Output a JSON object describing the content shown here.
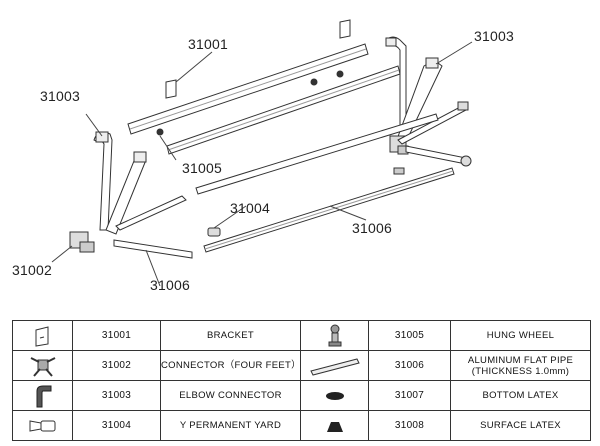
{
  "callouts": [
    {
      "id": "c1",
      "text": "31001"
    },
    {
      "id": "c2",
      "text": "31003"
    },
    {
      "id": "c3",
      "text": "31003"
    },
    {
      "id": "c4",
      "text": "31005"
    },
    {
      "id": "c5",
      "text": "31004"
    },
    {
      "id": "c6",
      "text": "31006"
    },
    {
      "id": "c7",
      "text": "31002"
    },
    {
      "id": "c8",
      "text": "31006"
    }
  ],
  "parts": [
    {
      "left": {
        "icon": "bracket-icon",
        "code": "31001",
        "name": "BRACKET"
      },
      "right": {
        "icon": "hung-wheel-icon",
        "code": "31005",
        "name": "HUNG WHEEL"
      }
    },
    {
      "left": {
        "icon": "connector-icon",
        "code": "31002",
        "name": "CONNECTOR（FOUR FEET）"
      },
      "right": {
        "icon": "aluminum-pipe-icon",
        "code": "31006",
        "name": "ALUMINUM FLAT PIPE\n(THICKNESS 1.0mm)"
      }
    },
    {
      "left": {
        "icon": "elbow-connector-icon",
        "code": "31003",
        "name": "ELBOW CONNECTOR"
      },
      "right": {
        "icon": "bottom-latex-icon",
        "code": "31007",
        "name": "BOTTOM LATEX"
      }
    },
    {
      "left": {
        "icon": "y-yard-icon",
        "code": "31004",
        "name": "Y PERMANENT YARD"
      },
      "right": {
        "icon": "surface-latex-icon",
        "code": "31008",
        "name": "SURFACE LATEX"
      }
    }
  ]
}
